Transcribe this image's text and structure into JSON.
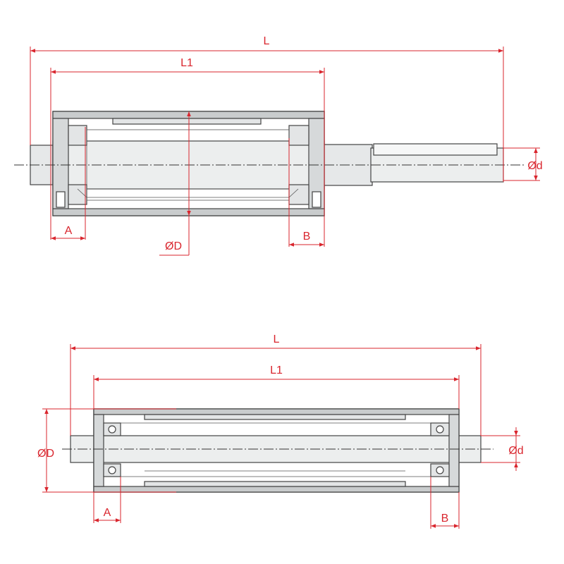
{
  "colors": {
    "dimension": "#d9262e",
    "outline": "#444444",
    "fill_light": "#f2f3f3",
    "fill_mid": "#e3e5e6",
    "fill_dark": "#c9cccd"
  },
  "top_view": {
    "labels": {
      "L": "L",
      "L1": "L1",
      "A": "A",
      "B": "B",
      "D": "ØD",
      "d": "Ød"
    }
  },
  "bottom_view": {
    "labels": {
      "L": "L",
      "L1": "L1",
      "A": "A",
      "B": "B",
      "D": "ØD",
      "d": "Ød"
    }
  }
}
